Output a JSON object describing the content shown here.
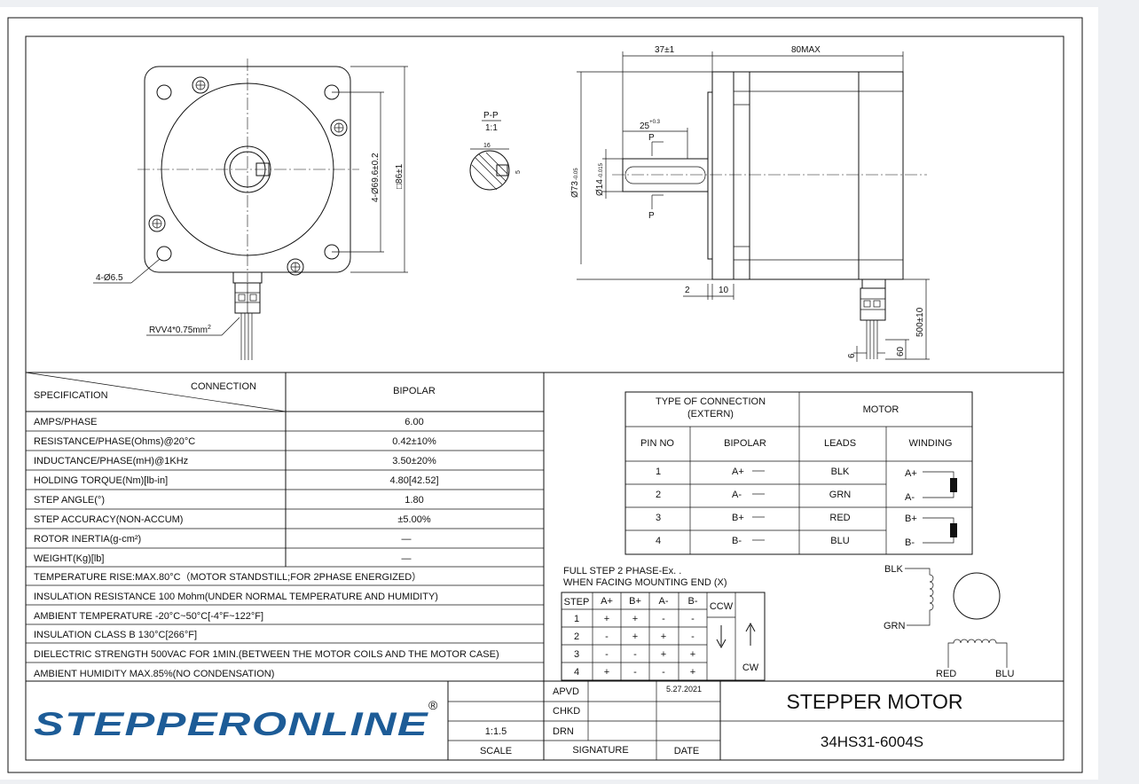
{
  "front_view": {
    "hole_label": "4-Ø6.5",
    "bolt_label": "4-Ø69.6±0.2",
    "size_label": "□86±1",
    "cable_label": "RVV4*0.75mm",
    "cable_sup": "2"
  },
  "section": {
    "title": "P-P",
    "scale": "1:1",
    "width_label": "16",
    "key_label": "5"
  },
  "side_view": {
    "len_37": "37±1",
    "len_80": "80MAX",
    "len_25": "25",
    "len_25_tol": "+0.3",
    "p_top": "P",
    "p_bottom": "P",
    "dia_73": "Ø73",
    "dia_73_tol": "-0.05",
    "dia_14": "Ø14",
    "dia_14_tol": "-0.015",
    "dim_2": "2",
    "dim_10": "10",
    "dim_500": "500±10",
    "dim_60": "60",
    "dim_6": "6"
  },
  "spec": {
    "header_spec": "SPECIFICATION",
    "header_conn": "CONNECTION",
    "header_val": "BIPOLAR",
    "rows": [
      {
        "label": "AMPS/PHASE",
        "value": "6.00"
      },
      {
        "label": "RESISTANCE/PHASE(Ohms)@20°C",
        "value": "0.42±10%"
      },
      {
        "label": "INDUCTANCE/PHASE(mH)@1KHz",
        "value": "3.50±20%"
      },
      {
        "label": "HOLDING TORQUE(Nm)[lb-in]",
        "value": "4.80[42.52]"
      },
      {
        "label": "STEP ANGLE(°)",
        "value": "1.80"
      },
      {
        "label": "STEP ACCURACY(NON-ACCUM)",
        "value": "±5.00%"
      },
      {
        "label": "ROTOR INERTIA(g-cm²)",
        "value": "—"
      },
      {
        "label": "WEIGHT(Kg)[lb]",
        "value": "—"
      }
    ],
    "notes": [
      "TEMPERATURE RISE:MAX.80°C（MOTOR STANDSTILL;FOR 2PHASE ENERGIZED）",
      "INSULATION RESISTANCE 100 Mohm(UNDER NORMAL TEMPERATURE AND HUMIDITY)",
      "AMBIENT TEMPERATURE -20°C~50°C[-4°F~122°F]",
      "INSULATION CLASS B 130°C[266°F]",
      "DIELECTRIC STRENGTH 500VAC FOR 1MIN.(BETWEEN THE MOTOR COILS AND THE MOTOR CASE)",
      "AMBIENT HUMIDITY MAX.85%(NO CONDENSATION)"
    ]
  },
  "connection": {
    "type_line1": "TYPE OF CONNECTION",
    "type_line2": "(EXTERN)",
    "motor": "MOTOR",
    "col_pin": "PIN NO",
    "col_bipolar": "BIPOLAR",
    "col_leads": "LEADS",
    "col_winding": "WINDING",
    "rows": [
      {
        "pin": "1",
        "bipolar": "A+",
        "lead": "BLK",
        "winding": "A+"
      },
      {
        "pin": "2",
        "bipolar": "A-",
        "lead": "GRN",
        "winding": "A-"
      },
      {
        "pin": "3",
        "bipolar": "B+",
        "lead": "RED",
        "winding": "B+"
      },
      {
        "pin": "4",
        "bipolar": "B-",
        "lead": "BLU",
        "winding": "B-"
      }
    ]
  },
  "step_seq": {
    "title1": "FULL STEP  2 PHASE-Ex. .",
    "title2": "WHEN FACING MOUNTING END (X)",
    "headers": [
      "STEP",
      "A+",
      "B+",
      "A-",
      "B-"
    ],
    "rows": [
      [
        "1",
        "+",
        "+",
        "-",
        "-"
      ],
      [
        "2",
        "-",
        "+",
        "+",
        "-"
      ],
      [
        "3",
        "-",
        "-",
        "+",
        "+"
      ],
      [
        "4",
        "+",
        "-",
        "-",
        "+"
      ]
    ],
    "ccw": "CCW",
    "cw": "CW"
  },
  "wiring": {
    "blk": "BLK",
    "grn": "GRN",
    "red": "RED",
    "blu": "BLU"
  },
  "title_block": {
    "logo": "STEPPERONLINE",
    "registered": "®",
    "apvd": "APVD",
    "chkd": "CHKD",
    "drn": "DRN",
    "date_value": "5.27.2021",
    "scale_value": "1:1.5",
    "scale_label": "SCALE",
    "signature_label": "SIGNATURE",
    "date_label": "DATE",
    "title": "STEPPER MOTOR",
    "model": "34HS31-6004S"
  }
}
